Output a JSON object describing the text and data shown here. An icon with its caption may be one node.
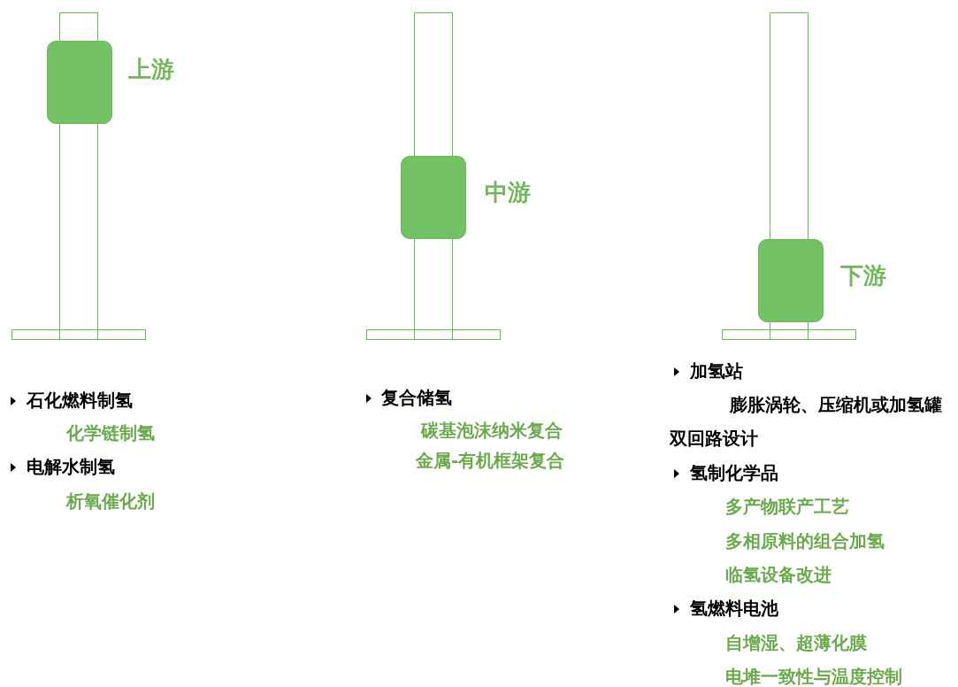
{
  "diagram": {
    "nodes": [
      {
        "text": [
          "上游"
        ]
      },
      {
        "text": [
          "中游"
        ]
      },
      {
        "text": [
          "下游"
        ]
      }
    ],
    "labels": [
      "石化燃料制氢",
      "化学链制氢",
      "电解水制氢",
      "析氧催化剂",
      "复合储氢",
      "碳基泡沫纳米复合",
      "金属-有机框架复合",
      "加氢站",
      "膨胀涡轮、压缩机或加氢罐双回路设计",
      "氢制化学品",
      "多产物联产工艺",
      "多相原料的组合加氢",
      "临氢设备改进",
      "氢燃料电池",
      "自增湿、超薄化膜",
      "电堆一致性与温度控制"
    ]
  }
}
